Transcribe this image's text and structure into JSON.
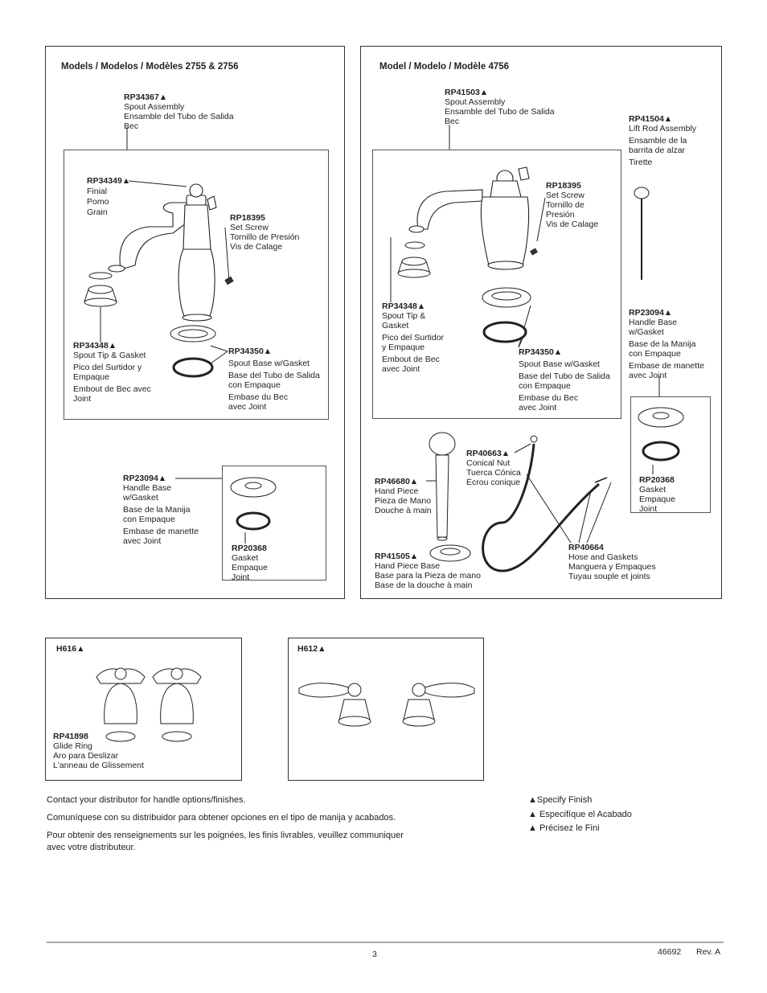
{
  "left_panel": {
    "title": "Models / Modelos / Modèles 2755 & 2756",
    "spout_assembly": {
      "part": "RP34367▲",
      "lines": [
        "Spout Assembly",
        "Ensamble del Tubo de Salida",
        "Bec"
      ]
    },
    "finial": {
      "part": "RP34349▲",
      "lines": [
        "Finial",
        "Pomo",
        "Grain"
      ]
    },
    "set_screw": {
      "part": "RP18395",
      "lines": [
        "Set Screw",
        "Tornillo de Presión",
        "Vis de Calage"
      ]
    },
    "spout_tip": {
      "part": "RP34348▲",
      "l1": "Spout Tip & Gasket",
      "l2": "Pico del Surtidor y",
      "l3": "Empaque",
      "l4": "Embout de Bec avec",
      "l5": "Joint"
    },
    "spout_base": {
      "part": "RP34350▲",
      "l1": "Spout Base w/Gasket",
      "l2": "Base del Tubo de Salida",
      "l3": "con Empaque",
      "l4": "Embase du Bec",
      "l5": "avec Joint"
    },
    "handle_base": {
      "part": "RP23094▲",
      "l1": "Handle Base",
      "l2": "w/Gasket",
      "l3": "Base de la Manija",
      "l4": "con Empaque",
      "l5": "Embase de manette",
      "l6": "avec Joint"
    },
    "gasket": {
      "part": "RP20368",
      "lines": [
        "Gasket",
        "Empaque",
        "Joint"
      ]
    }
  },
  "right_panel": {
    "title": "Model / Modelo / Modèle 4756",
    "spout_assembly": {
      "part": "RP41503▲",
      "lines": [
        "Spout Assembly",
        "Ensamble del Tubo de Salida",
        "Bec"
      ]
    },
    "lift_rod": {
      "part": "RP41504▲",
      "l1": "Lift Rod Assembly",
      "l2": "Ensamble de la",
      "l3": "barrita de alzar",
      "l4": "Tirette"
    },
    "set_screw": {
      "part": "RP18395",
      "lines": [
        "Set Screw",
        "Tornillo de",
        "Presión",
        "Vis de Calage"
      ]
    },
    "spout_tip": {
      "part": "RP34348▲",
      "l1": "Spout Tip &",
      "l2": "Gasket",
      "l3": "Pico del Surtidor",
      "l4": "y Empaque",
      "l5": "Embout de Bec",
      "l6": "avec Joint"
    },
    "spout_base": {
      "part": "RP34350▲",
      "l1": "Spout Base w/Gasket",
      "l2": "Base del Tubo de Salida",
      "l3": "con Empaque",
      "l4": "Embase du Bec",
      "l5": "avec Joint"
    },
    "handle_base": {
      "part": "RP23094▲",
      "l1": "Handle Base",
      "l2": "w/Gasket",
      "l3": "Base de la Manija",
      "l4": "con Empaque",
      "l5": "Embase de manette",
      "l6": "avec Joint"
    },
    "gasket": {
      "part": "RP20368",
      "lines": [
        "Gasket",
        "Empaque",
        "Joint"
      ]
    },
    "conical_nut": {
      "part": "RP40663▲",
      "lines": [
        "Conical Nut",
        "Tuerca Cónica",
        "Écrou conique"
      ]
    },
    "hand_piece": {
      "part": "RP46680▲",
      "lines": [
        "Hand Piece",
        "Pieza de Mano",
        "Douche à main"
      ]
    },
    "hand_piece_base": {
      "part": "RP41505▲",
      "lines": [
        "Hand Piece Base",
        "Base para la Pieza de mano",
        "Base de la douche à main"
      ]
    },
    "hose": {
      "part": "RP40664",
      "lines": [
        "Hose and Gaskets",
        "Manguera y Empaques",
        "Tuyau souple et joints"
      ]
    }
  },
  "h616": {
    "title": "H616▲",
    "part": "RP41898",
    "lines": [
      "Glide Ring",
      "Aro para Deslizar",
      "L'anneau de Glissement"
    ]
  },
  "h612": {
    "title": "H612▲"
  },
  "notes": {
    "en": "Contact your distributor for handle options/finishes.",
    "es": "Comuníquese con su distribuidor para obtener opciones en el tipo de manija y acabados.",
    "fr1": "Pour obtenir des renseignements sur les poignées, les finis livrables, veuillez communiquer",
    "fr2": "avec votre distributeur."
  },
  "finish": {
    "en": "▲Specify Finish",
    "es": "▲ Especifíque el Acabado",
    "fr": "▲ Précisez le Fini"
  },
  "footer": {
    "page": "3",
    "doc": "46692",
    "rev": "Rev. A"
  }
}
